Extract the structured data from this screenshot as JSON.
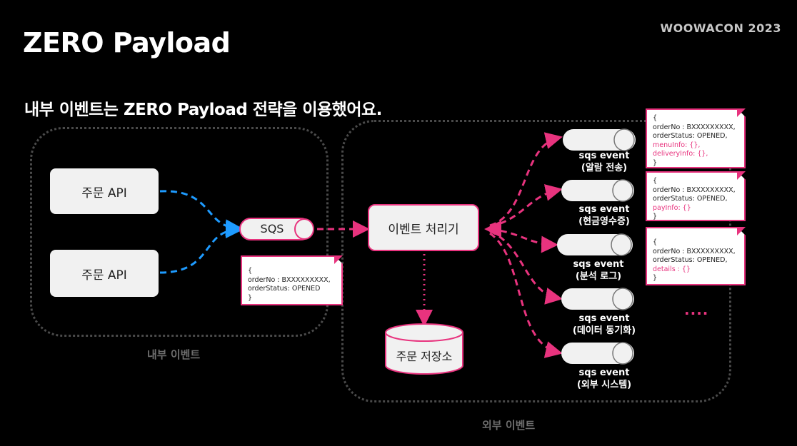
{
  "header": {
    "title": "ZERO Payload",
    "brand": "WOOWACON 2023",
    "subtitle": "내부 이벤트는 ZERO Payload 전략을 이용했어요."
  },
  "internal": {
    "label": "내부 이벤트",
    "api_1": "주문 API",
    "api_2": "주문 API",
    "queue": "SQS",
    "payload_lines": [
      "{",
      "orderNo : BXXXXXXXXX,",
      "orderStatus: OPENED",
      "}"
    ]
  },
  "external": {
    "label": "외부 이벤트",
    "processor": "이벤트  처리기",
    "storage": "주문 저장소",
    "events": [
      {
        "line1": "sqs event",
        "line2": "(알람 전송)"
      },
      {
        "line1": "sqs event",
        "line2": "(현금영수증)"
      },
      {
        "line1": "sqs event",
        "line2": "(분석 로그)"
      },
      {
        "line1": "sqs event",
        "line2": "(데이터 동기화)"
      },
      {
        "line1": "sqs event",
        "line2": "(외부 시스템)"
      }
    ],
    "more": "....",
    "payloads": [
      {
        "lines": [
          "{",
          "orderNo : BXXXXXXXXX,",
          "orderStatus: OPENED,"
        ],
        "highlight": [
          "menuInfo: {},",
          "deliveryInfo: {},"
        ],
        "close": "}"
      },
      {
        "lines": [
          "{",
          "orderNo : BXXXXXXXXX,",
          "orderStatus: OPENED,"
        ],
        "highlight": [
          "payInfo: {}"
        ],
        "close": "}"
      },
      {
        "lines": [
          "{",
          "orderNo : BXXXXXXXXX,",
          "orderStatus: OPENED,"
        ],
        "highlight": [
          "details : {}"
        ],
        "close": "}"
      }
    ]
  },
  "colors": {
    "accent": "#e8337e",
    "flow_internal": "#1e9bff",
    "region_border": "#4a4a4a",
    "box_fill": "#f1f1f1"
  }
}
